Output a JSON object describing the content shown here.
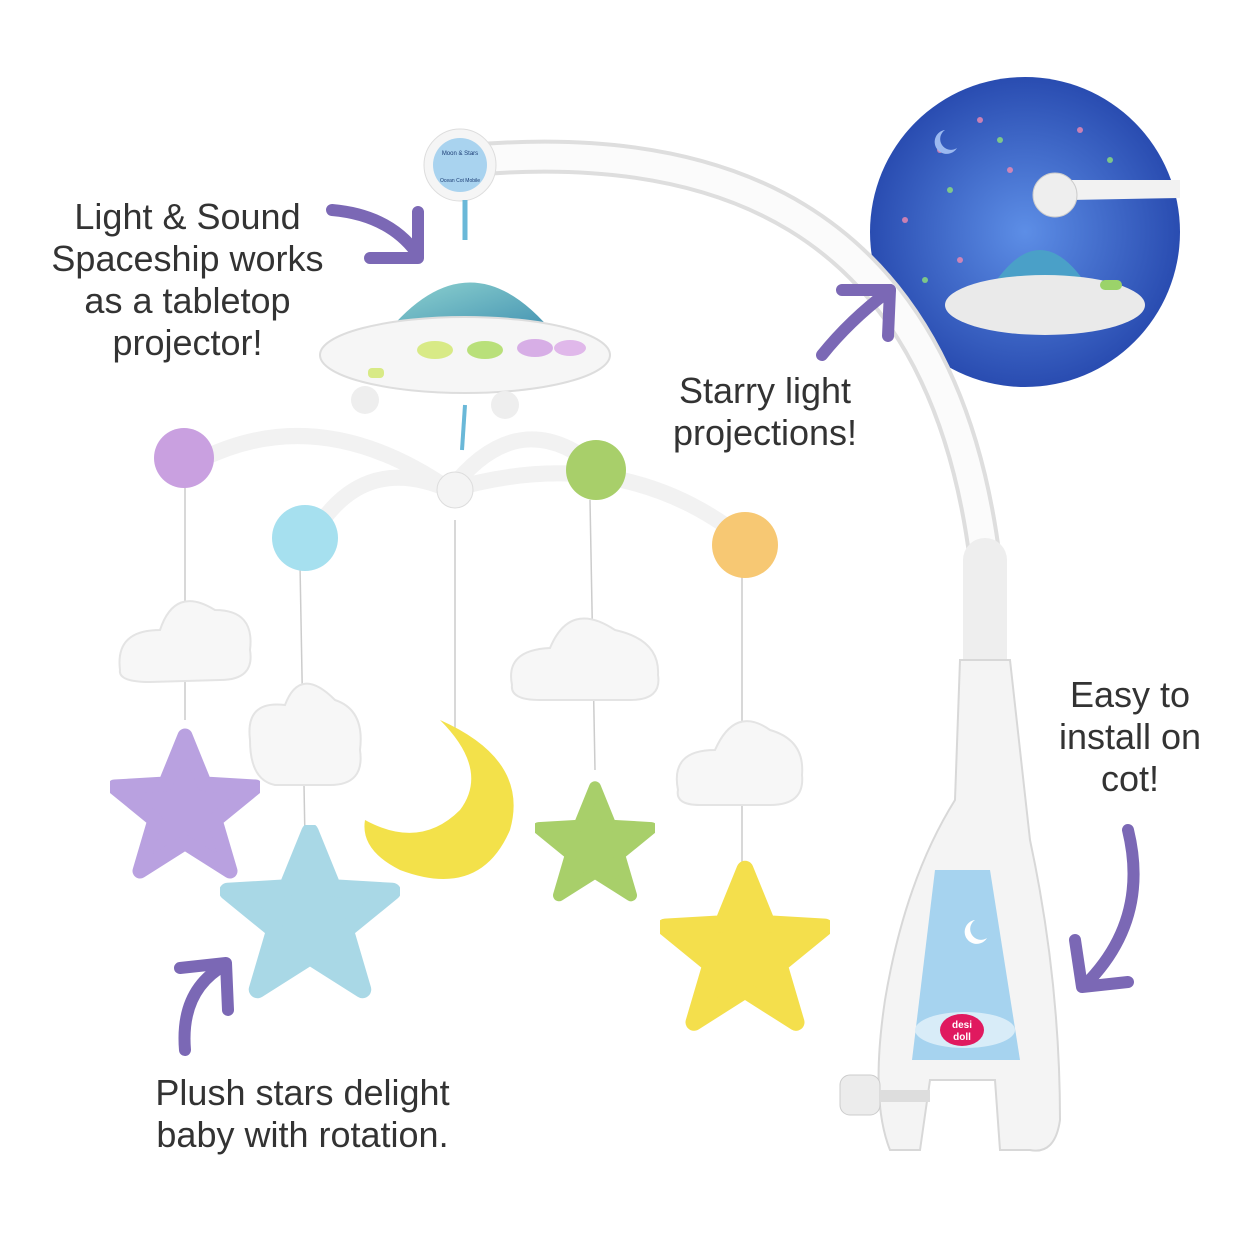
{
  "callouts": {
    "spaceship": "Light & Sound\nSpaceship works\nas a tabletop\nprojector!",
    "projection": "Starry light\nprojections!",
    "install": "Easy to\ninstall on\ncot!",
    "plush": "Plush stars delight\nbaby with rotation."
  },
  "product_label": {
    "top": "Moon & Stars",
    "bottom": "Ocean Cot Mobile"
  },
  "brand_logo": "desi doll",
  "colors": {
    "arrow": "#7b68b5",
    "projection_bg": "#2f5fc4",
    "brand": "#e0195f",
    "star_purple": "#b9a1e0",
    "star_blue": "#a9d8e6",
    "star_green": "#a8cf6a",
    "star_yellow": "#f4df4c",
    "moon_yellow": "#f3e14a"
  }
}
